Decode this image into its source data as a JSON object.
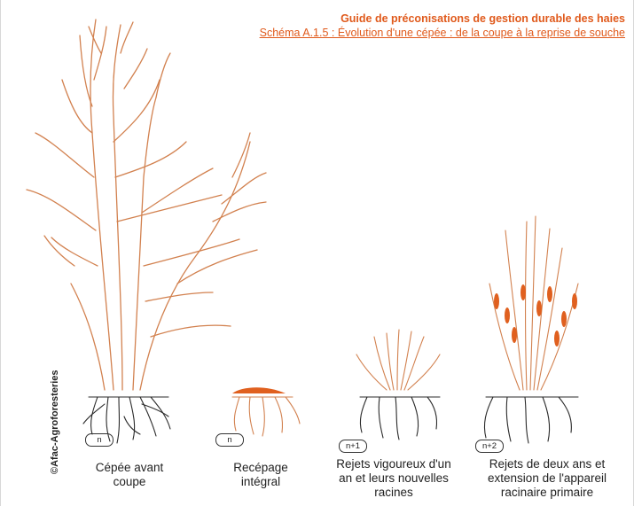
{
  "header": {
    "title": "Guide de préconisations de gestion durable des haies",
    "subtitle": "Schéma A.1.5 : Évolution d'une cépée : de la coupe à la reprise de souche"
  },
  "credit": "©Afac-Agroforesteries",
  "colors": {
    "accent": "#e05a1c",
    "branch": "#d2814f",
    "root": "#2a2a2a",
    "leaf": "#e0601f"
  },
  "stages": [
    {
      "badge": "n",
      "caption_line1": "Cépée avant",
      "caption_line2": "coupe",
      "caption_line3": ""
    },
    {
      "badge": "n",
      "caption_line1": "Recépage",
      "caption_line2": "intégral",
      "caption_line3": ""
    },
    {
      "badge": "n+1",
      "caption_line1": "Rejets vigoureux d'un",
      "caption_line2": "an et leurs nouvelles",
      "caption_line3": "racines"
    },
    {
      "badge": "n+2",
      "caption_line1": "Rejets de deux ans et",
      "caption_line2": "extension de l'appareil",
      "caption_line3": "racinaire primaire"
    }
  ]
}
